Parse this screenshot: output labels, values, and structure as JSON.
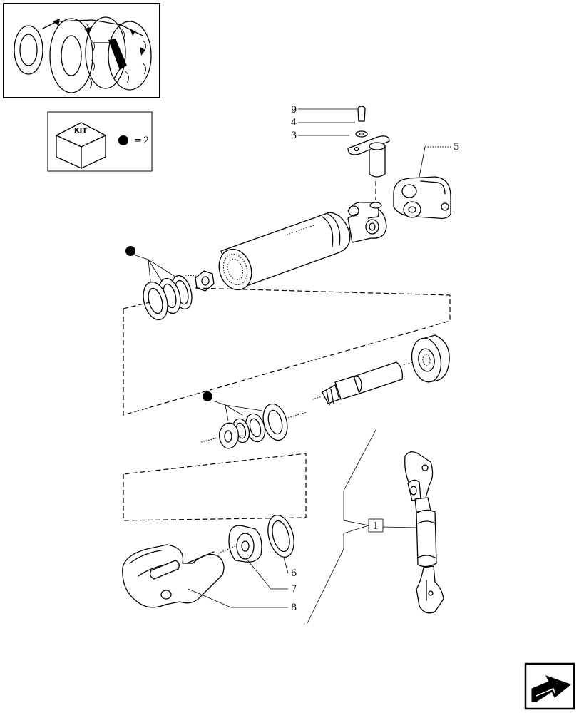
{
  "kit_legend": {
    "kit_label": "KIT",
    "equals": "=",
    "quantity": "2"
  },
  "callouts": {
    "c1": "1",
    "c3": "3",
    "c4": "4",
    "c5": "5",
    "c6": "6",
    "c7": "7",
    "c8": "8",
    "c9": "9"
  },
  "icons": {
    "thumbnail": "tractor-thumbnail-icon",
    "kit": "kit-box-icon",
    "kit_marker": "kit-dot-marker",
    "nav": "navigation-arrow-icon"
  }
}
